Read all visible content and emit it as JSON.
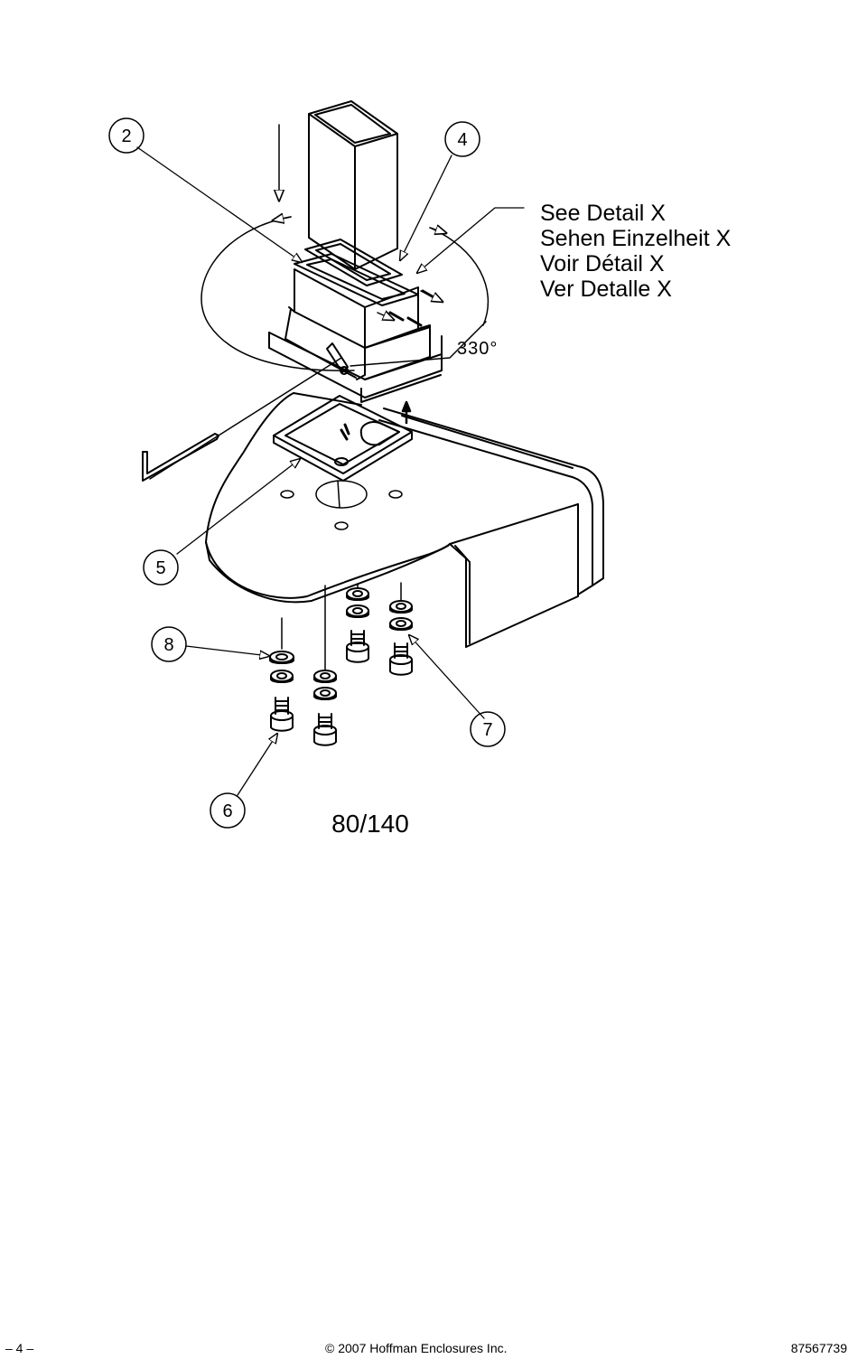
{
  "diagram": {
    "callouts": [
      "2",
      "4",
      "5",
      "6",
      "7",
      "8"
    ],
    "detail_reference": [
      "See Detail X",
      "Sehen Einzelheit X",
      "Voir Détail X",
      "Ver Detalle X"
    ],
    "rotation_label": "330°",
    "model_label": "80/140"
  },
  "footer": {
    "page_number": "– 4 –",
    "copyright": "© 2007 Hoffman Enclosures Inc.",
    "document_number": "87567739"
  }
}
